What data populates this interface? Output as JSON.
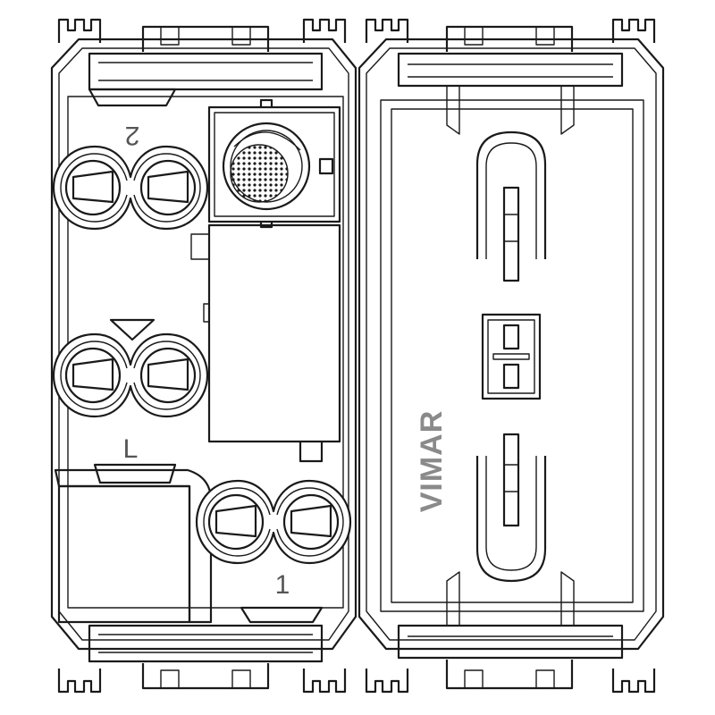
{
  "labels": {
    "terminal_top": "2",
    "terminal_bottom": "1",
    "terminal_line": "L"
  },
  "brand": {
    "text": "VIMAR",
    "color": "#8a8a8a"
  },
  "colors": {
    "line": "#1a1a1a",
    "background": "#ffffff"
  },
  "icons": {
    "arrow": "triangle-down-icon",
    "sensor": "sensor-lens-icon"
  }
}
